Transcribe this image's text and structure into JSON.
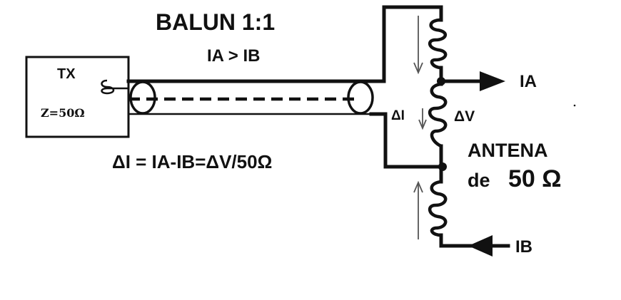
{
  "labels": {
    "title": "BALUN 1:1",
    "relation": "IA > IB",
    "tx": "TX",
    "tx_impedance": "Z=50Ω",
    "equation": "ΔI = IA-IB=ΔV/50Ω",
    "delta_i": "ΔI",
    "delta_v": "ΔV",
    "current_a": "IA",
    "current_b": "IB",
    "antenna_line1": "ANTENA",
    "antenna_line2_prefix": "de",
    "antenna_line2_value": "50 Ω"
  },
  "icons": {
    "current_arrow": "arrow-right-icon",
    "current_arrow_in": "arrow-left-icon",
    "coil": "inductor-coil-icon",
    "cable": "coaxial-cable-icon"
  },
  "colors": {
    "ink": "#111111",
    "background": "#ffffff"
  }
}
